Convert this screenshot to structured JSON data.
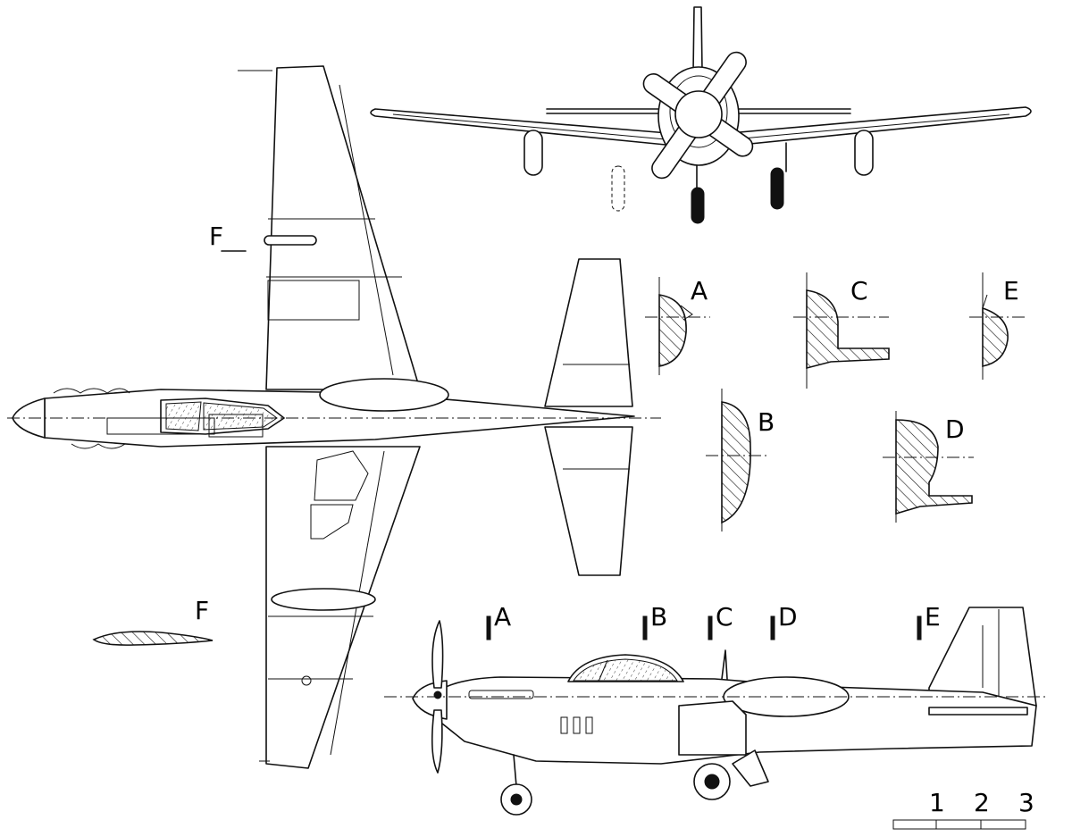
{
  "section_labels": {
    "a": "A",
    "b": "B",
    "c": "C",
    "d": "D",
    "e": "E",
    "f": "F"
  },
  "station_labels": {
    "a": "A",
    "b": "B",
    "c": "C",
    "d": "D",
    "e": "E"
  },
  "plan_marker_label": "F",
  "airfoil_label": "F",
  "scale_bar": {
    "tick_1": "1",
    "tick_2": "2",
    "tick_3": "3"
  },
  "line_color": "#111111",
  "background": "#ffffff"
}
